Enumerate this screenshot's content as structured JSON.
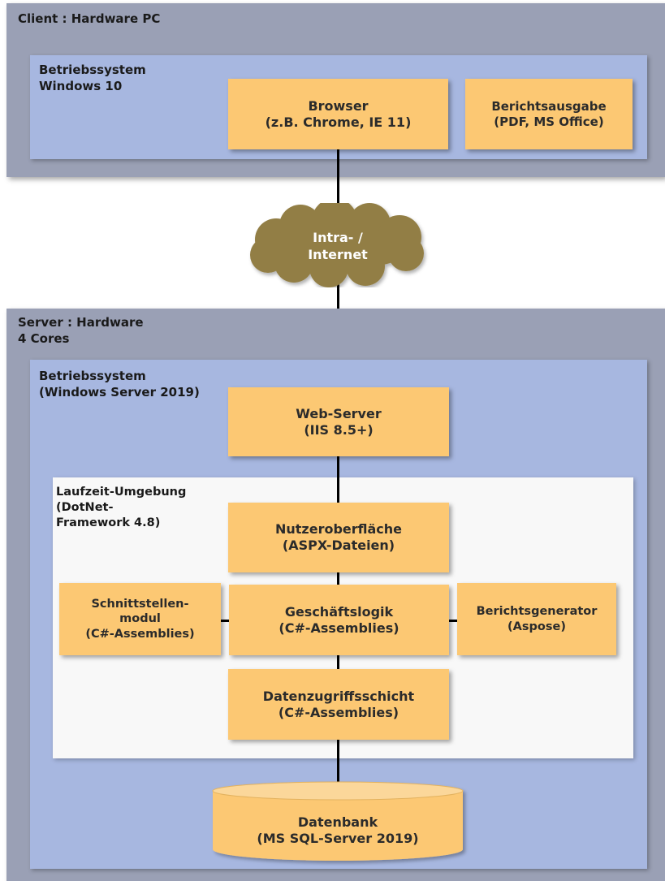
{
  "client": {
    "hardware_label": "Client :  Hardware PC",
    "os_line1": "Betriebssystem",
    "os_line2": "Windows 10",
    "browser_line1": "Browser",
    "browser_line2": "(z.B. Chrome, IE 11)",
    "report_output_line1": "Berichtsausgabe",
    "report_output_line2": "(PDF, MS Office)"
  },
  "network": {
    "line1": "Intra- /",
    "line2": "Internet"
  },
  "server": {
    "hardware_line1": "Server :  Hardware",
    "hardware_line2": "4 Cores",
    "os_line1": "Betriebssystem",
    "os_line2": "(Windows Server 2019)",
    "webserver_line1": "Web-Server",
    "webserver_line2": "(IIS 8.5+)",
    "runtime_line1": "Laufzeit-Umgebung",
    "runtime_line2": "(DotNet-",
    "runtime_line3": "Framework 4.8)",
    "ui_line1": "Nutzeroberfläche",
    "ui_line2": "(ASPX-Dateien)",
    "interface_line1": "Schnittstellen-",
    "interface_line2": "modul",
    "interface_line3": "(C#-Assemblies)",
    "business_line1": "Geschäftslogik",
    "business_line2": "(C#-Assemblies)",
    "reportgen_line1": "Berichtsgenerator",
    "reportgen_line2": "(Aspose)",
    "dal_line1": "Datenzugriffsschicht",
    "dal_line2": "(C#-Assemblies)",
    "db_line1": "Datenbank",
    "db_line2": "(MS SQL-Server 2019)"
  },
  "colors": {
    "hardware": "#9aa0b5",
    "os": "#a7b7e0",
    "runtime": "#f8f8f8",
    "component": "#fcc873",
    "cloud": "#927e45"
  }
}
